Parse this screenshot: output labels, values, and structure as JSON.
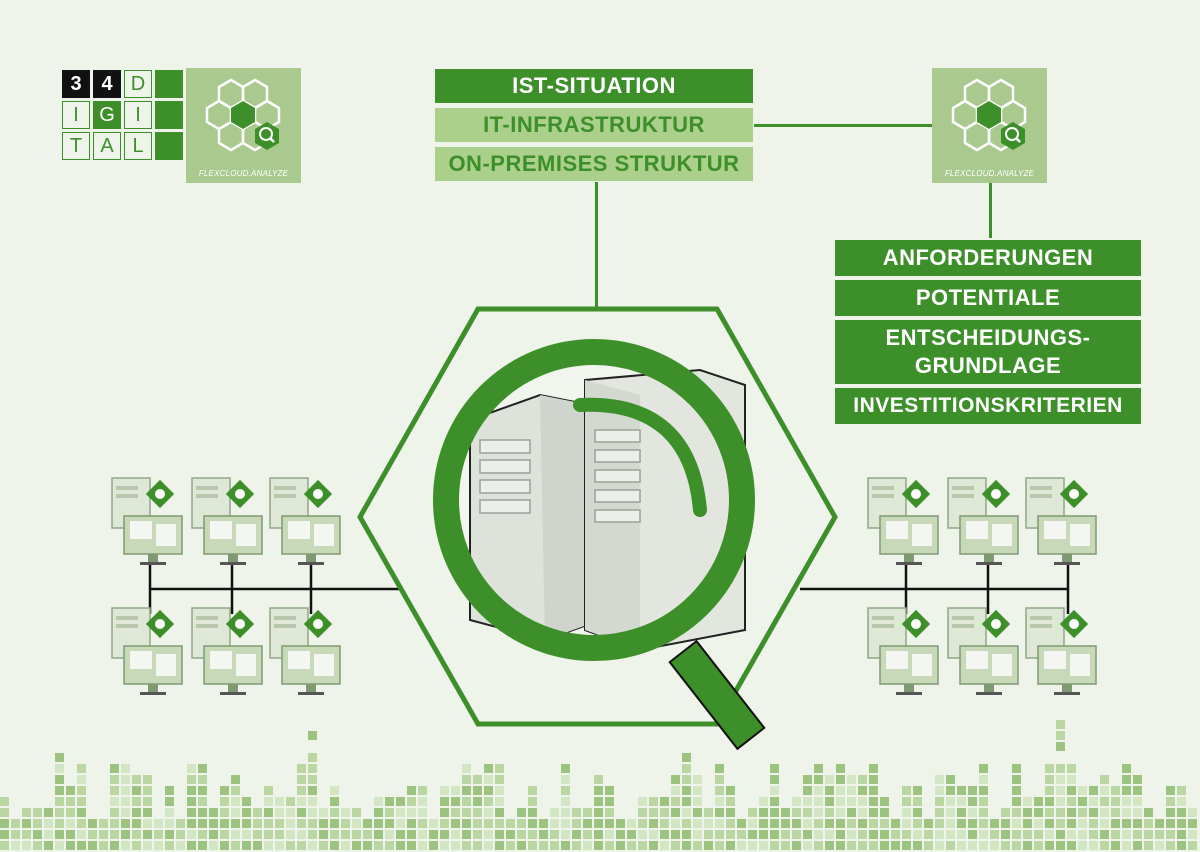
{
  "logo": {
    "cells": [
      "3",
      "4",
      "D",
      "",
      "I",
      "G",
      "I",
      "",
      "T",
      "A",
      "L",
      ""
    ]
  },
  "flexcloud_label": "FLEXCLOUD.ANALYZE",
  "flexcloud_label_right": "FLEXCLOUD.ANALYZE",
  "ist_boxes": {
    "title": "IST-SITUATION",
    "infra": "IT-INFRASTRUKTUR",
    "onprem": "ON-PREMISES STRUKTUR"
  },
  "right_boxes": {
    "anforderungen": "ANFORDERUNGEN",
    "potentiale": "POTENTIALE",
    "entscheidung_line1": "ENTSCHEIDUNGS-",
    "entscheidung_line2": "GRUNDLAGE",
    "investition": "INVESTITIONSKRITERIEN"
  },
  "colors": {
    "accent": "#3d8f2a",
    "light_accent": "#aad08b",
    "background": "#eef4e9"
  }
}
